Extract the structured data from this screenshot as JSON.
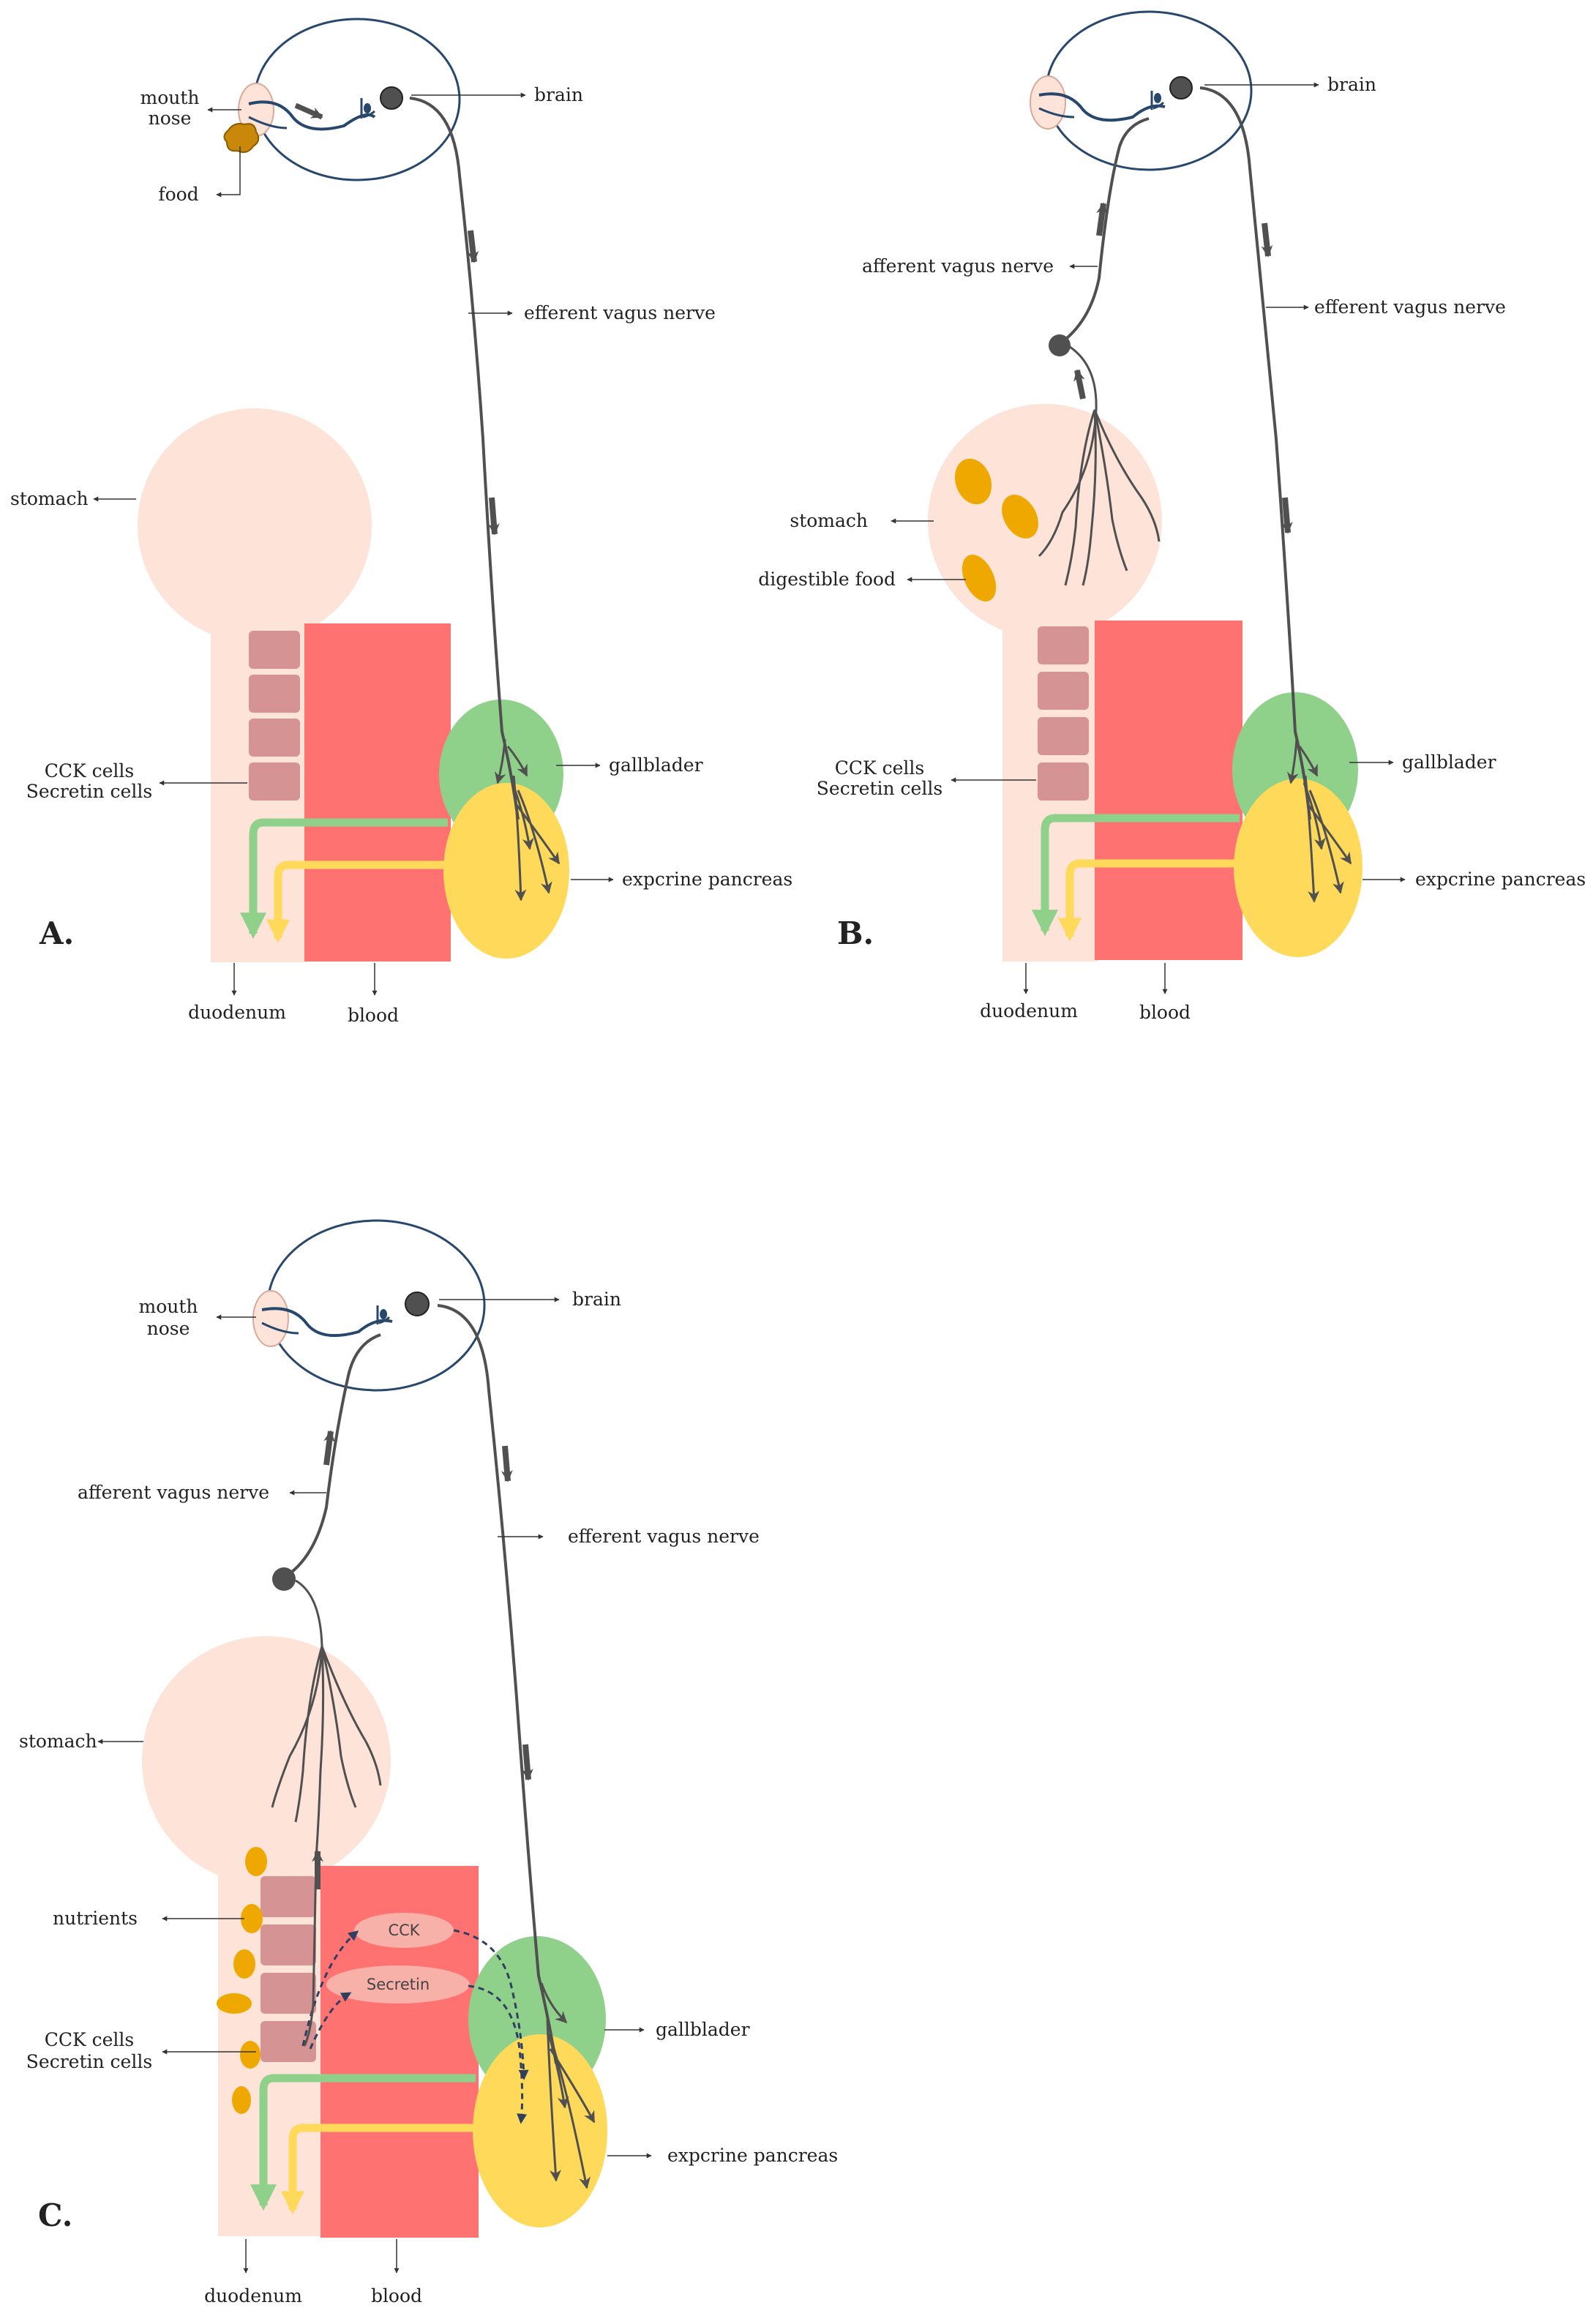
{
  "colors": {
    "stomach": "#fde3d8",
    "duodenum": "#fde3d8",
    "blood": "#fe7272",
    "cells": "#d69393",
    "gallbladder": "#8fd18a",
    "pancreas": "#fed95a",
    "food": "#eea800",
    "nerve": "#505050",
    "brain_outline": "#27476c",
    "hormone_oval": "#f7b1a8"
  },
  "panels": [
    {
      "id": "A",
      "panel_label": "A.",
      "labels": {
        "mouth": "mouth",
        "nose": "nose",
        "food": "food",
        "brain": "brain",
        "efferent": "efferent vagus nerve",
        "stomach": "stomach",
        "cells_cck": "CCK cells",
        "cells_secretin": "Secretin cells",
        "gallbladder": "gallblader",
        "pancreas": "expcrine pancreas",
        "duodenum": "duodenum",
        "blood": "blood"
      }
    },
    {
      "id": "B",
      "panel_label": "B.",
      "labels": {
        "brain": "brain",
        "afferent": "afferent vagus nerve",
        "efferent": "efferent vagus nerve",
        "stomach": "stomach",
        "digestible_food": "digestible food",
        "cells_cck": "CCK cells",
        "cells_secretin": "Secretin cells",
        "gallbladder": "gallblader",
        "pancreas": "expcrine pancreas",
        "duodenum": "duodenum",
        "blood": "blood"
      }
    },
    {
      "id": "C",
      "panel_label": "C.",
      "labels": {
        "mouth": "mouth",
        "nose": "nose",
        "brain": "brain",
        "afferent": "afferent vagus nerve",
        "efferent": "efferent vagus nerve",
        "stomach": "stomach",
        "nutrients": "nutrients",
        "cells_cck": "CCK cells",
        "cells_secretin": "Secretin cells",
        "cck": "CCK",
        "secretin": "Secretin",
        "gallbladder": "gallblader",
        "pancreas": "expcrine pancreas",
        "duodenum": "duodenum",
        "blood": "blood"
      }
    }
  ]
}
